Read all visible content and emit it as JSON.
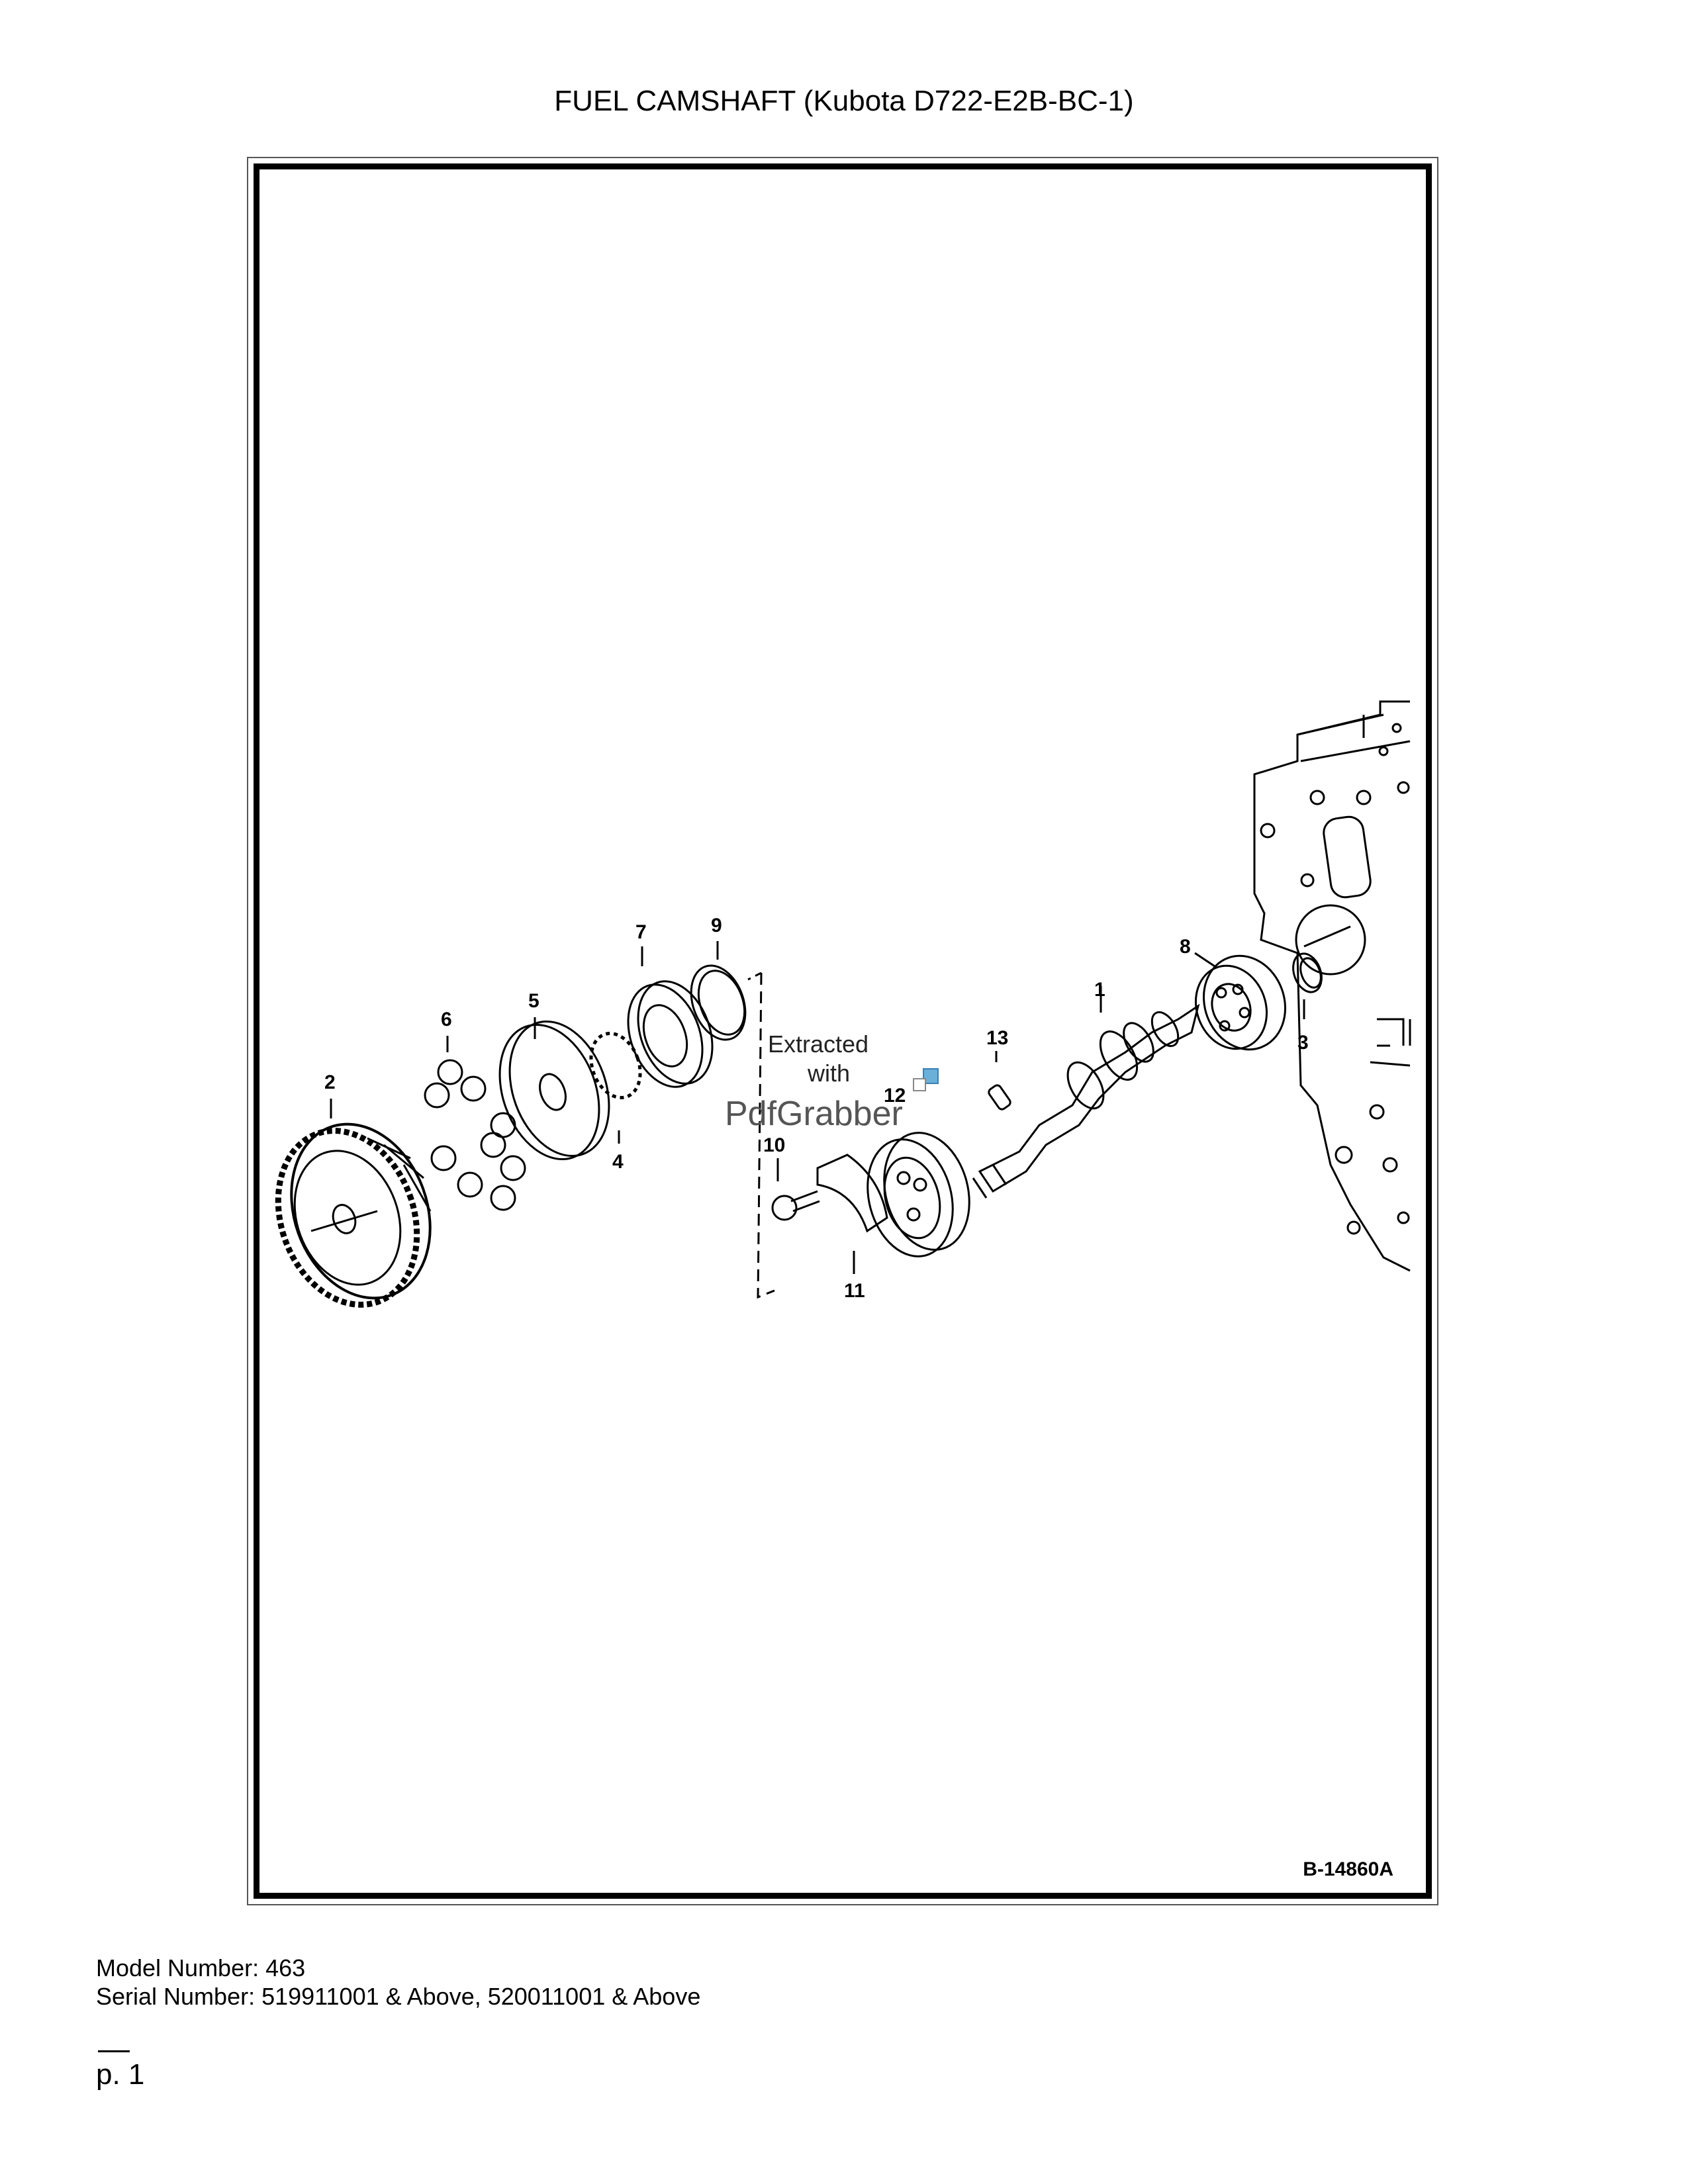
{
  "title": "FUEL CAMSHAFT (Kubota D722-E2B-BC-1)",
  "diagram": {
    "callouts": [
      "1",
      "2",
      "3",
      "4",
      "5",
      "6",
      "7",
      "8",
      "9",
      "10",
      "11",
      "12",
      "13"
    ],
    "figure_code": "B-14860A",
    "watermark": {
      "line1": "Extracted",
      "line2": "with",
      "brand": "PdfGrabber"
    }
  },
  "footer": {
    "model": "Model Number: 463",
    "serial": "Serial Number: 519911001 & Above, 520011001 & Above",
    "page": "p. 1"
  }
}
